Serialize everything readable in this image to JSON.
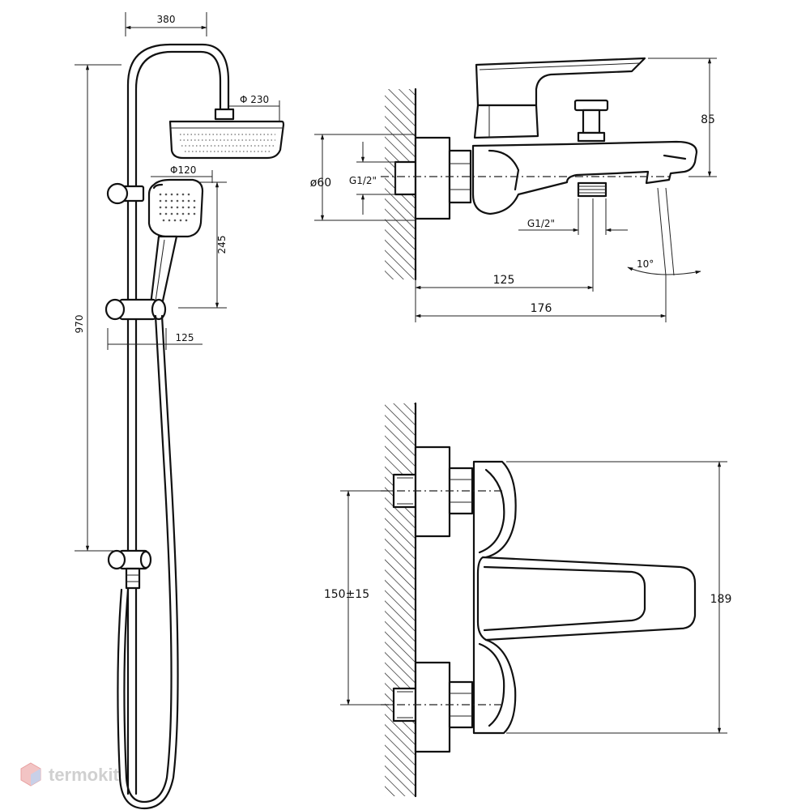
{
  "left_view": {
    "width_380": "380",
    "head_diameter": "Φ 230",
    "hand_shower_diameter": "Φ120",
    "hand_height": "245",
    "total_height": "970",
    "slider_offset": "125"
  },
  "side_view": {
    "height_85": "85",
    "body_diameter": "ø60",
    "inlet_thread": "G1/2\"",
    "outlet_thread": "G1/2\"",
    "angle": "10°",
    "length_125": "125",
    "length_176": "176"
  },
  "front_view": {
    "centers": "150±15",
    "height_189": "189"
  },
  "watermark": "termokit"
}
